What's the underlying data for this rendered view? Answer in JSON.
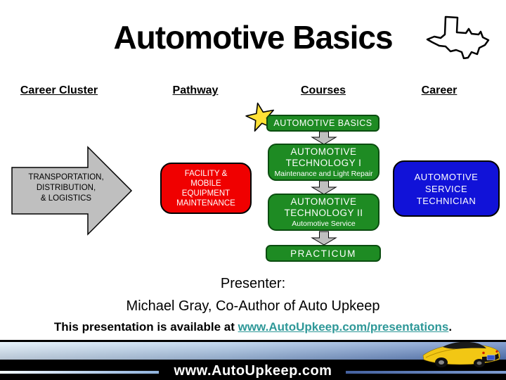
{
  "title": "Automotive Basics",
  "headers": {
    "career_cluster": "Career Cluster",
    "pathway": "Pathway",
    "courses": "Courses",
    "career": "Career"
  },
  "cluster": {
    "label": "TRANSPORTATION,\nDISTRIBUTION,\n& LOGISTICS"
  },
  "pathway": {
    "label": "FACILITY &\nMOBILE\nEQUIPMENT\nMAINTENANCE"
  },
  "courses": {
    "basics": "AUTOMOTIVE BASICS",
    "tech1": {
      "title": "AUTOMOTIVE\nTECHNOLOGY I",
      "subtitle": "Maintenance and Light Repair"
    },
    "tech2": {
      "title": "AUTOMOTIVE\nTECHNOLOGY II",
      "subtitle": "Automotive Service"
    },
    "practicum": "PRACTICUM"
  },
  "career": {
    "label": "AUTOMOTIVE\nSERVICE\nTECHNICIAN"
  },
  "presenter": {
    "heading": "Presenter:",
    "name": "Michael Gray, Co-Author of Auto Upkeep",
    "availability_prefix": "This presentation is available at ",
    "availability_link": "www.AutoUpkeep.com/presentations",
    "availability_suffix": "."
  },
  "footer": {
    "url": "www.AutoUpkeep.com"
  },
  "icons": {
    "texas": "texas-outline-icon",
    "star": "star-icon",
    "car": "yellow-sports-car-icon",
    "down_arrow": "down-arrow-icon",
    "cluster_arrow": "right-arrow-shape"
  },
  "colors": {
    "box_green": "#1e8b23",
    "box_red": "#f00000",
    "box_blue": "#1112d8",
    "arrow_gray": "#bfbfbf",
    "star_yellow": "#ffe136",
    "link_teal": "#2e9898"
  }
}
